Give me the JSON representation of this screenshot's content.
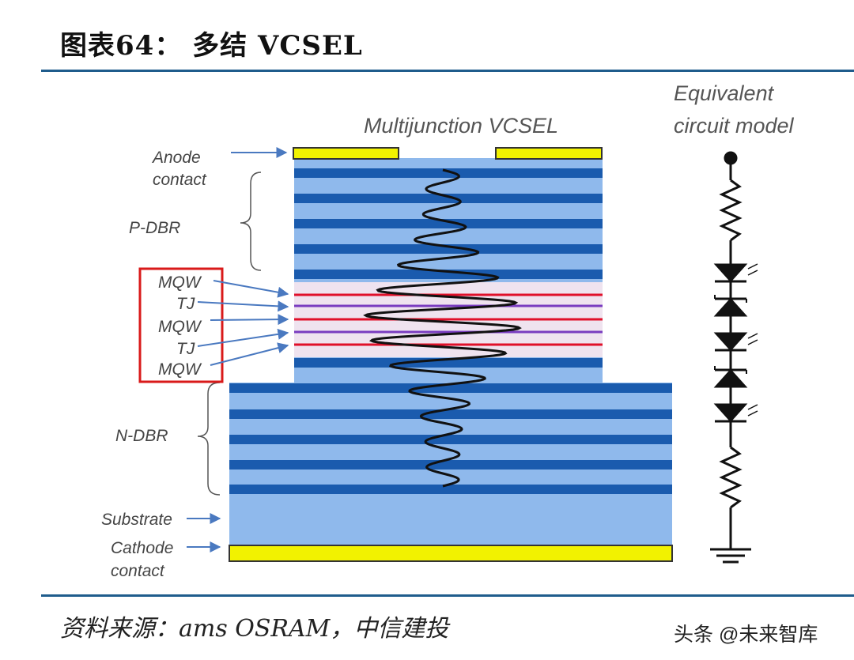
{
  "header": {
    "title": "图表64：  多结 VCSEL"
  },
  "diagram": {
    "vcsel_title": "Multijunction VCSEL",
    "circuit_title": [
      "Equivalent",
      "circuit model"
    ],
    "labels": {
      "anode": [
        "Anode",
        "contact"
      ],
      "p_dbr": "P-DBR",
      "mqw_1": "MQW",
      "tj_1": "TJ",
      "mqw_2": "MQW",
      "tj_2": "TJ",
      "mqw_3": "MQW",
      "n_dbr": "N-DBR",
      "substrate": "Substrate",
      "cathode": [
        "Cathode",
        "contact"
      ]
    },
    "colors": {
      "dbr_light": "#8fb9ec",
      "dbr_dark": "#1a5bae",
      "contact": "#f2f200",
      "mqw_line": "#e0102a",
      "tj_line": "#7a3cc0",
      "highlight_box": "#d91a1a",
      "arrow": "#4a79c0"
    }
  },
  "footer": {
    "source": "资料来源：ams OSRAM，中信建投",
    "watermark": "头条 @未来智库"
  }
}
